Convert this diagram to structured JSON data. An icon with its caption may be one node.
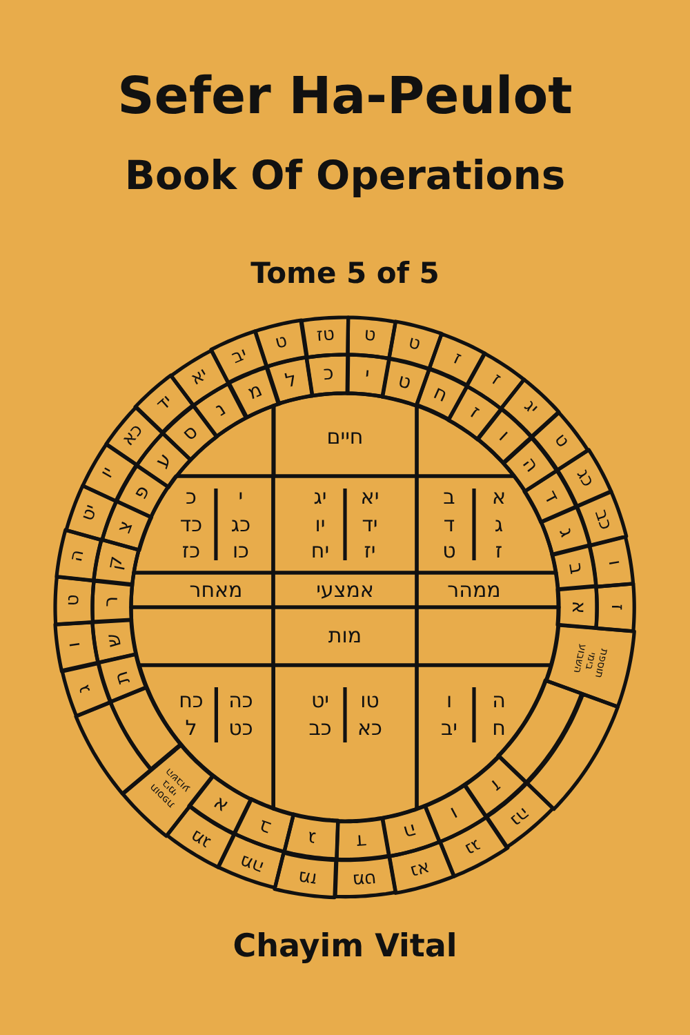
{
  "diagram": {
    "title": "Sefer Ha-Peulot",
    "nodes": [
      {
        "text": [],
        "shape": "box"
      },
      {
        "text": [
          "חיים"
        ]
      },
      {
        "text": [],
        "shape": "box"
      },
      {
        "text": [
          "י כג כו",
          "כ כד כז"
        ]
      },
      {
        "text": [
          "יא יד יז",
          "יג יו יח"
        ]
      },
      {
        "text": [
          "א ג ז",
          "ב ד ט"
        ]
      },
      {
        "text": [
          "מאחר"
        ]
      },
      {
        "text": [
          "אמצעי"
        ]
      },
      {
        "text": [
          "ממהר"
        ]
      },
      {
        "text": [],
        "shape": "box"
      },
      {
        "text": [
          "מות"
        ]
      },
      {
        "text": [],
        "shape": "box"
      },
      {
        "text": [
          "כה כט",
          "כח ל"
        ]
      },
      {
        "text": [
          "טו כא",
          "יט כב"
        ]
      },
      {
        "text": [
          "ה ח",
          "ו יב"
        ]
      },
      {
        "text": [
          "א"
        ]
      },
      {
        "text": [
          "ב"
        ]
      },
      {
        "text": [
          "ג"
        ]
      },
      {
        "text": [
          "ד"
        ]
      },
      {
        "text": [
          "ה"
        ]
      },
      {
        "text": [
          "ו"
        ]
      },
      {
        "text": [
          "ז"
        ]
      },
      {
        "text": [
          "ח"
        ]
      },
      {
        "text": [
          "ט"
        ]
      },
      {
        "text": [
          "י"
        ]
      },
      {
        "text": [
          "כ"
        ]
      },
      {
        "text": [
          "ל"
        ]
      },
      {
        "text": [
          "מ"
        ]
      },
      {
        "text": [
          "נ"
        ]
      },
      {
        "text": [
          "ס"
        ]
      },
      {
        "text": [
          "ע"
        ]
      },
      {
        "text": [
          "פ"
        ]
      },
      {
        "text": [
          "צ"
        ]
      },
      {
        "text": [
          "ק"
        ]
      },
      {
        "text": [
          "ר"
        ]
      },
      {
        "text": [
          "ש"
        ]
      },
      {
        "text": [
          "ת"
        ]
      },
      {
        "text": [
          "ז"
        ]
      },
      {
        "text": [
          "ו"
        ]
      },
      {
        "text": [
          "כב"
        ]
      },
      {
        "text": [
          "כג"
        ]
      },
      {
        "text": [
          "ט"
        ]
      },
      {
        "text": [
          "יג"
        ]
      },
      {
        "text": [
          "ז"
        ]
      },
      {
        "text": [
          "ז"
        ]
      },
      {
        "text": [
          "ט"
        ]
      },
      {
        "text": [
          "ט"
        ]
      },
      {
        "text": [
          "טז"
        ]
      },
      {
        "text": [
          "ט"
        ]
      },
      {
        "text": [
          "יב"
        ]
      },
      {
        "text": [
          "יא"
        ]
      },
      {
        "text": [
          "יד"
        ]
      },
      {
        "text": [
          "כא"
        ]
      },
      {
        "text": [
          "יו"
        ]
      },
      {
        "text": [
          "יט"
        ]
      },
      {
        "text": [
          "ה"
        ]
      },
      {
        "text": [
          "ט"
        ]
      },
      {
        "text": [
          "ו"
        ]
      },
      {
        "text": [
          "ג"
        ]
      },
      {
        "text": [],
        "shape": "box"
      },
      {
        "text": [],
        "shape": "box"
      },
      {
        "text": [
          "תוספת בימי השבוע"
        ]
      },
      {
        "text": [
          "א"
        ]
      },
      {
        "text": [
          "ב"
        ]
      },
      {
        "text": [
          "ג"
        ]
      },
      {
        "text": [
          "ד"
        ]
      },
      {
        "text": [
          "ה"
        ]
      },
      {
        "text": [
          "ו"
        ]
      },
      {
        "text": [
          "ז"
        ]
      },
      {
        "text": [
          "מג"
        ]
      },
      {
        "text": [
          "מה"
        ]
      },
      {
        "text": [
          "מז"
        ]
      },
      {
        "text": [
          "מט"
        ]
      },
      {
        "text": [
          "נא"
        ]
      },
      {
        "text": [
          "נג"
        ]
      },
      {
        "text": [
          "נה"
        ]
      },
      {
        "text": [],
        "shape": "box"
      },
      {
        "text": [],
        "shape": "box"
      },
      {
        "text": [
          "תוספת בימי השבוע"
        ]
      }
    ],
    "labels": [
      "Book Of Operations",
      "Tome 5 of 5",
      "Chayim Vital"
    ]
  }
}
